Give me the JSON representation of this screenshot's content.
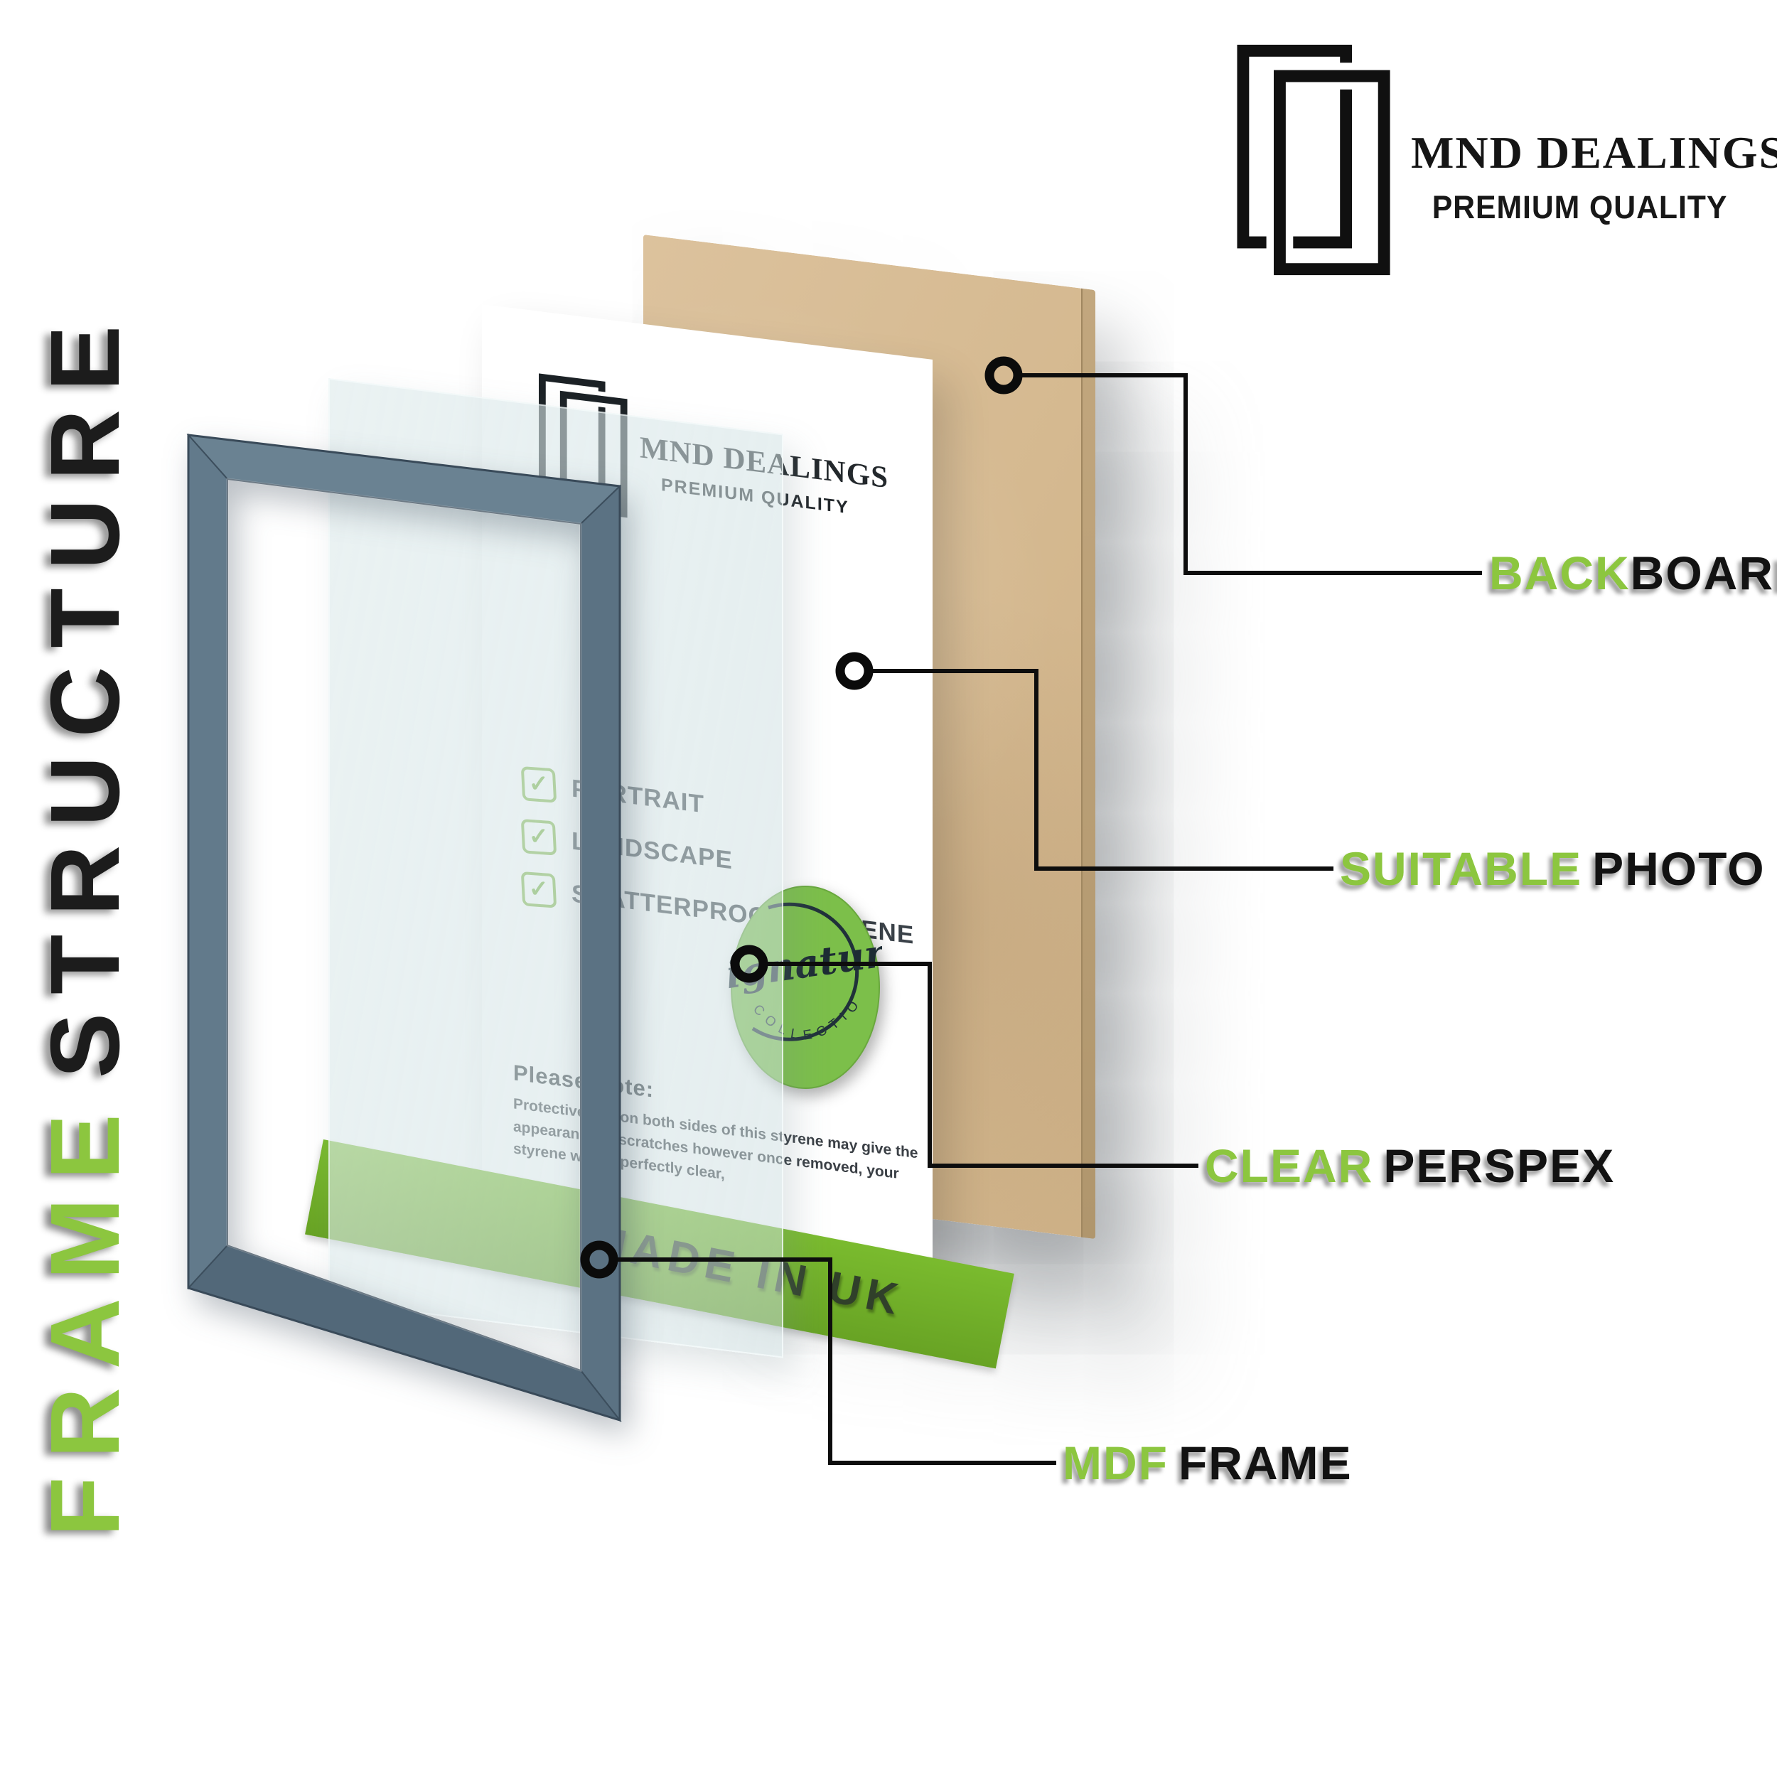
{
  "header": {
    "brand_name": "MND DEALINGS",
    "brand_tagline": "PREMIUM QUALITY"
  },
  "title": {
    "green_word": "FRAME",
    "black_word": "STRUCTURE"
  },
  "insert_sheet": {
    "brand_name": "MND DEALINGS",
    "brand_tagline": "PREMIUM QUALITY",
    "checklist": [
      {
        "label": "PORTRAIT"
      },
      {
        "label": "LANDSCAPE"
      },
      {
        "label": "SHATTERPROOF STYRENE"
      }
    ],
    "note_title": "Please Note:",
    "note_body": "Protective film on both sides of this styrene may give the appearance of scratches however once removed, your styrene will be perfectly clear,",
    "badge": {
      "script_text": "Signature",
      "arc_text": "COLLECTION"
    },
    "banner_text": "MADE IN UK"
  },
  "callouts": [
    {
      "id": "backboard",
      "green": "BACK",
      "black": "BOARD"
    },
    {
      "id": "suitable-photo",
      "green": "SUITABLE",
      "black": "PHOTO"
    },
    {
      "id": "clear-perspex",
      "green": "CLEAR",
      "black": "PERSPEX"
    },
    {
      "id": "mdf-frame",
      "green": "MDF",
      "black": "FRAME"
    }
  ],
  "icons": {
    "brand_logo": "double-frame-logo-icon",
    "checkbox": "checkbox-checked-icon",
    "check_glyph": "✓",
    "callout_marker": "ring-marker-icon"
  },
  "colors": {
    "accent_green": "#8CC63F",
    "banner_green": "#74B62C",
    "badge_green": "#7CBF4A",
    "frame_slate": "#5D7384",
    "backboard_tan": "#D8BD97",
    "ink": "#141414"
  }
}
